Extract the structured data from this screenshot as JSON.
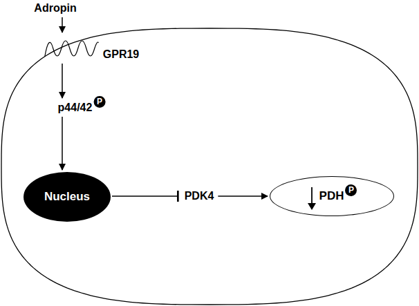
{
  "diagram": {
    "nodes": [
      {
        "text": [
          "Adropin"
        ]
      },
      {
        "text": [
          "GPR19"
        ]
      },
      {
        "text": [
          "p44/42",
          "P"
        ]
      },
      {
        "text": [
          "Nucleus"
        ]
      },
      {
        "text": [
          "PDK4"
        ]
      },
      {
        "text": [
          "PDH",
          "P"
        ]
      }
    ],
    "edges": [
      {
        "from": 0,
        "to": 1,
        "arrow": "to"
      },
      {
        "from": 1,
        "to": 2,
        "arrow": "to"
      },
      {
        "from": 2,
        "to": 3,
        "arrow": "to"
      },
      {
        "from": 3,
        "to": 4,
        "arrow": "to"
      },
      {
        "from": 4,
        "to": 5,
        "arrow": "to"
      }
    ]
  }
}
